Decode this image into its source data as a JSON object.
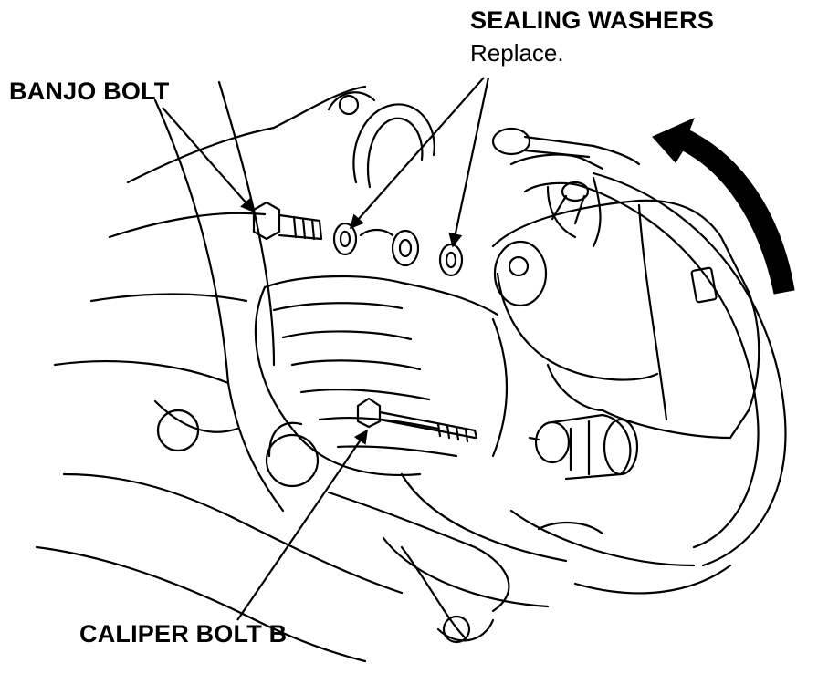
{
  "labels": {
    "sealing_washers": "SEALING WASHERS",
    "sealing_washers_note": "Replace.",
    "banjo_bolt": "BANJO BOLT",
    "caliper_bolt_b": "CALIPER BOLT B"
  },
  "colors": {
    "ink": "#000000",
    "paper": "#ffffff"
  }
}
